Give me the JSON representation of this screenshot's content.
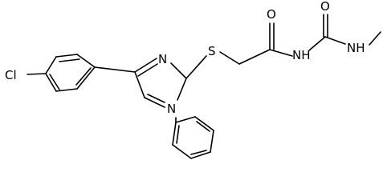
{
  "figure": {
    "type": "chemical-structure",
    "background": "#ffffff",
    "bond_color": "#000000",
    "atom_label_color": "#000000"
  },
  "atoms": {
    "cl": "Cl",
    "s": "S",
    "o_amide": "O",
    "o_urea": "O",
    "nh_imide": "NH",
    "nh_methyl": "NH",
    "n_ring_imine": "N",
    "n_ring_phenyl": "N"
  }
}
